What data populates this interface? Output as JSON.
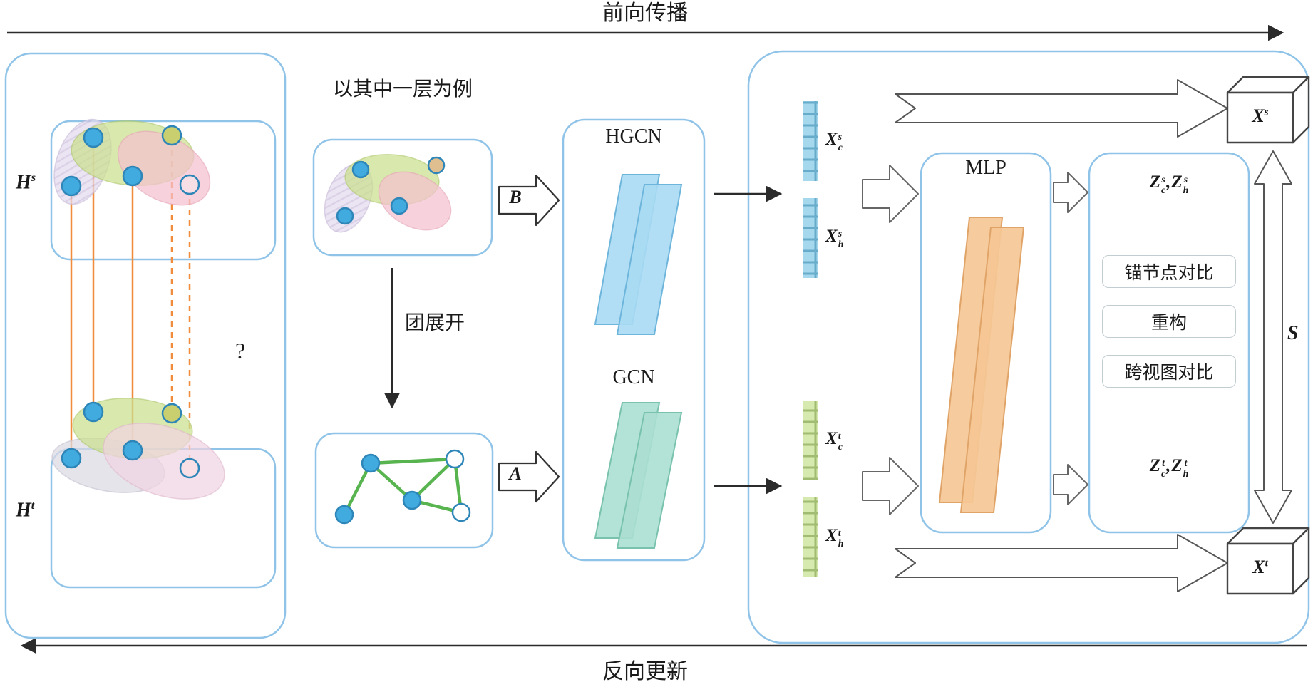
{
  "colors": {
    "panel_border": "#8FC3E8",
    "node_blue": "#41AADE",
    "node_stroke": "#2E86B8",
    "node_olive": "#C9CF6F",
    "node_tan": "#DFBE8F",
    "node_pale": "#F7DFE5",
    "hyperedge_green": "#CBDF8D",
    "hyperedge_pink": "#F4C0CE",
    "hyperedge_pink_soft": "#F0D4E2",
    "hyperedge_lavender": "#E3DAEE",
    "hyperedge_gray": "#DDD9E3",
    "match_line_orange": "#F08C3C",
    "graph_edge_green": "#57B44F",
    "hgcn_layer_fill": "#A9DAF3",
    "hgcn_layer_stroke": "#6EB5DC",
    "gcn_layer_fill": "#ABDFD1",
    "gcn_layer_stroke": "#79C2AD",
    "mlp_layer_fill": "#F5C795",
    "mlp_layer_stroke": "#E0A468",
    "vector_s_fill": "#A5D8EC",
    "vector_s_stroke": "#5FA8C8",
    "vector_t_fill": "#D6E9AE",
    "vector_t_stroke": "#9BB86A",
    "arrow_black": "#2b2b2b",
    "outline_arrow_stroke": "#555555",
    "button_border": "#C2CDD2"
  },
  "flow": {
    "forward_label": "前向传播",
    "backward_label": "反向更新"
  },
  "left_panel": {
    "source_label": {
      "base": "H",
      "sup": "s"
    },
    "target_label": {
      "base": "H",
      "sup": "t"
    },
    "question_mark": "?"
  },
  "middle": {
    "layer_example_label": "以其中一层为例",
    "clique_expansion_label": "团展开",
    "incidence_matrix_label": "B",
    "adjacency_matrix_label": "A"
  },
  "encoders": {
    "hypergraph_label": "HGCN",
    "graph_label": "GCN"
  },
  "features": {
    "xcs": {
      "base": "X",
      "sub": "c",
      "sup": "s"
    },
    "xhs": {
      "base": "X",
      "sub": "h",
      "sup": "s"
    },
    "xct": {
      "base": "X",
      "sub": "c",
      "sup": "t"
    },
    "xht": {
      "base": "X",
      "sub": "h",
      "sup": "t"
    }
  },
  "mlp": {
    "label": "MLP"
  },
  "objectives": {
    "zs": {
      "first": {
        "base": "Z",
        "sub": "c",
        "sup": "s"
      },
      "separator": ",",
      "second": {
        "base": "Z",
        "sub": "h",
        "sup": "s"
      }
    },
    "zt": {
      "first": {
        "base": "Z",
        "sub": "c",
        "sup": "t"
      },
      "separator": ",",
      "second": {
        "base": "Z",
        "sub": "h",
        "sup": "t"
      }
    },
    "loss_items": [
      "锚节点对比",
      "重构",
      "跨视图对比"
    ]
  },
  "outputs": {
    "xs": {
      "base": "X",
      "sup": "s"
    },
    "xt": {
      "base": "X",
      "sup": "t"
    },
    "similarity_label": "S"
  }
}
